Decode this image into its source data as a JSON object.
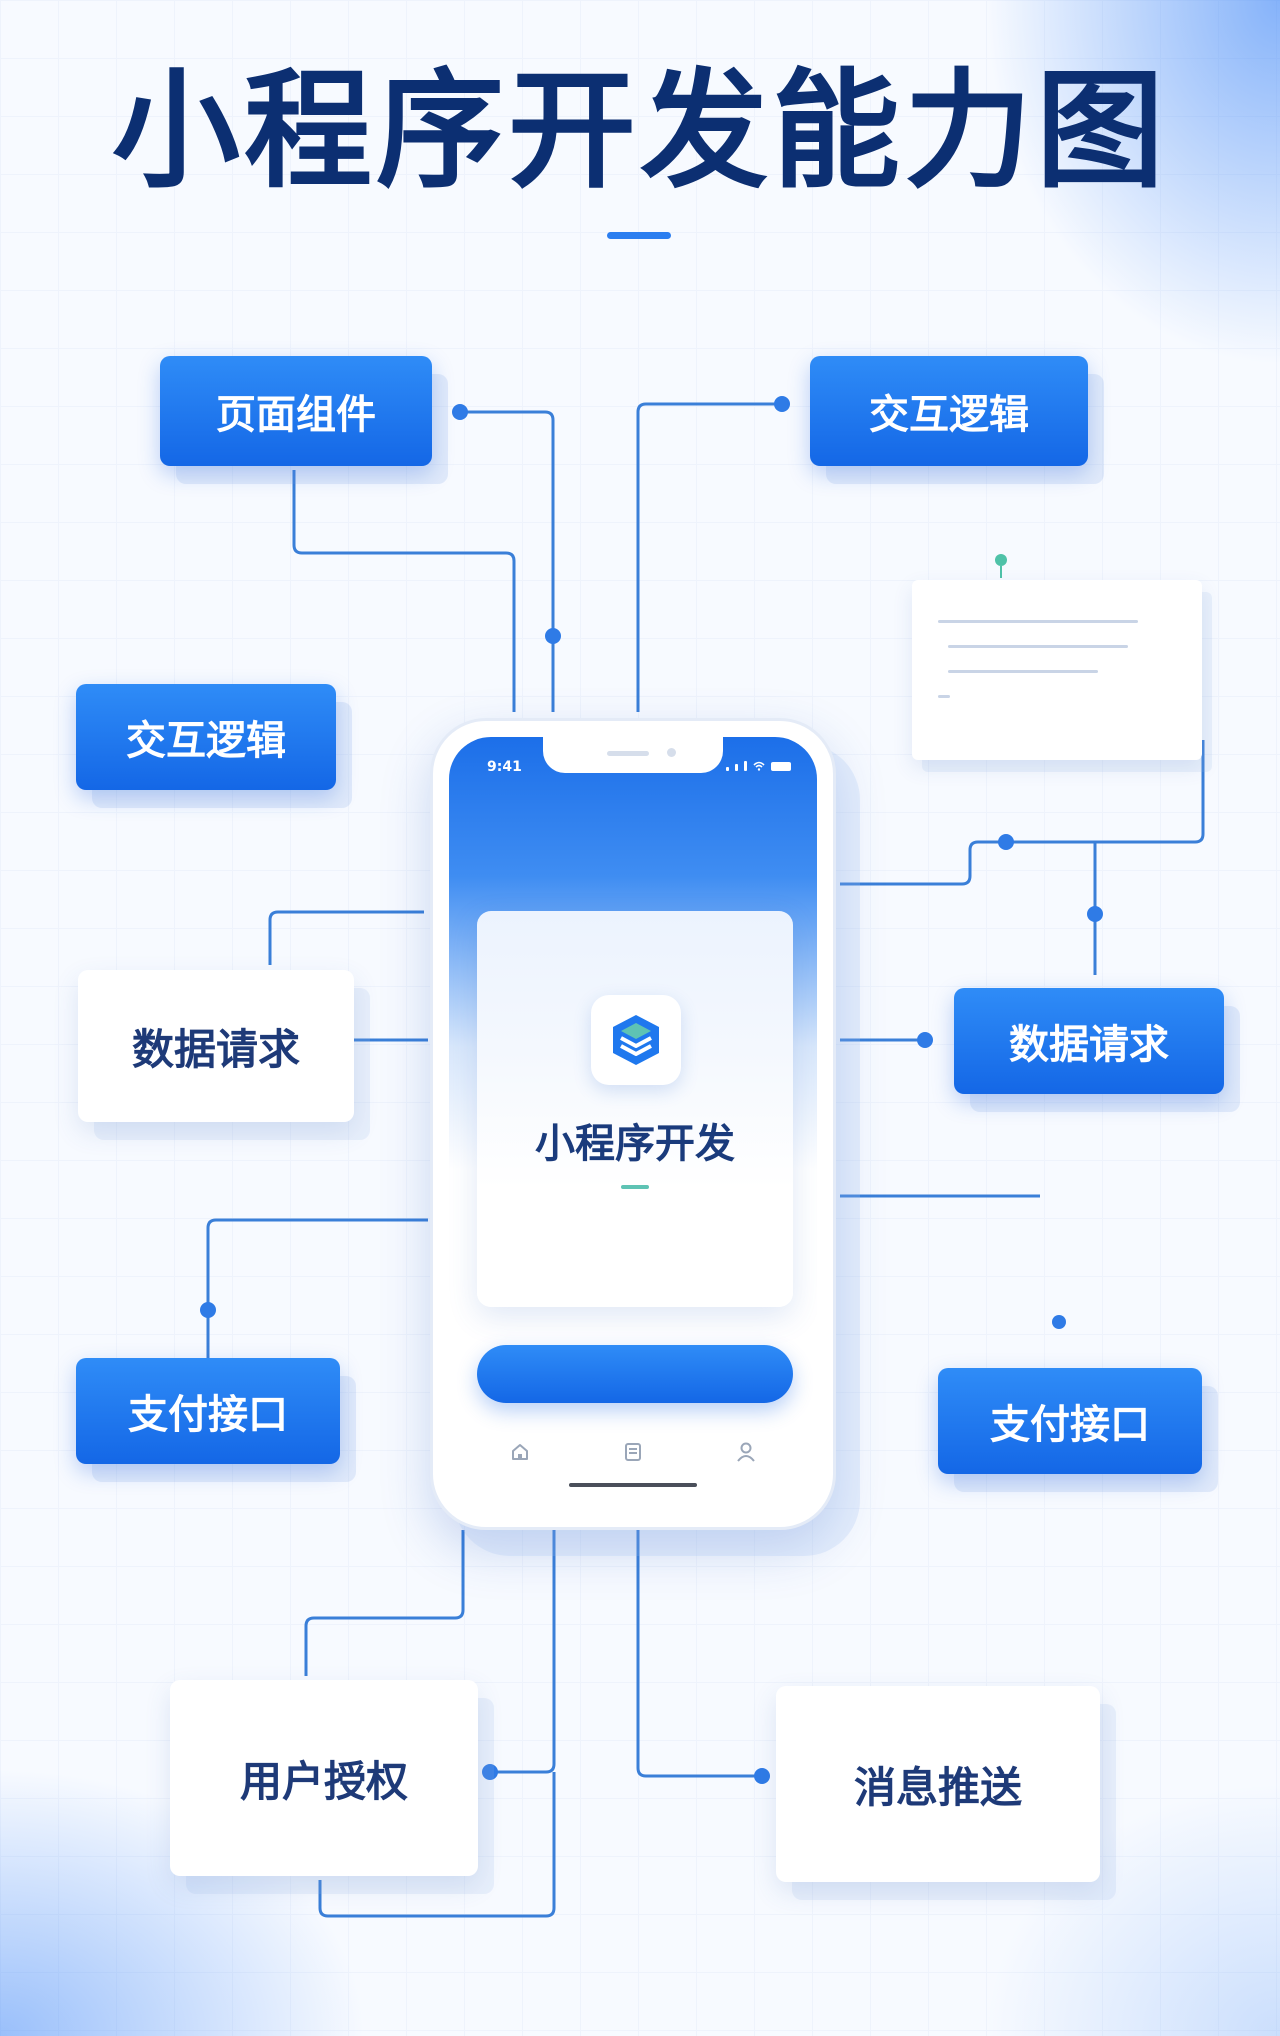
{
  "title": "小程序开发能力图",
  "center": {
    "app_name": "小程序开发",
    "status_time": "9:41"
  },
  "nodes": {
    "top_left": "页面组件",
    "top_right": "交互逻辑",
    "mid_left_upper": "交互逻辑",
    "mid_left": "数据请求",
    "mid_right": "数据请求",
    "lower_left": "支付接口",
    "lower_right": "支付接口",
    "bottom_left": "用户授权",
    "bottom_right": "消息推送"
  },
  "colors": {
    "primary_blue": "#1f78ee",
    "title_navy": "#0c2f72",
    "connector": "#3a7fd8",
    "accent_teal": "#5ec3b4"
  },
  "icons": {
    "app_logo": "layered-cube-logo-icon",
    "tabs": [
      "home-icon",
      "document-icon",
      "user-icon"
    ]
  }
}
